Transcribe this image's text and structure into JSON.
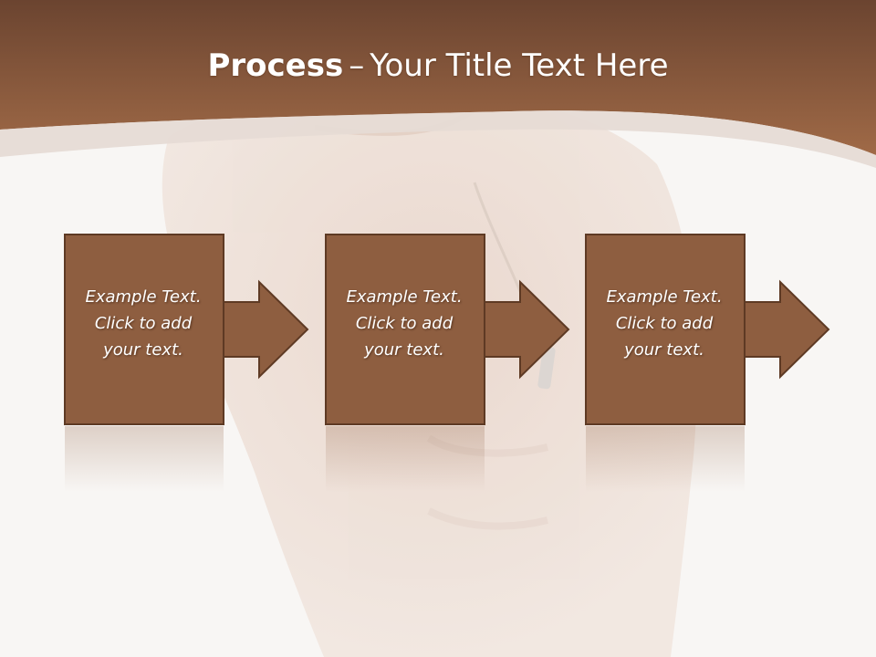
{
  "title": {
    "bold": "Process",
    "dash": "–",
    "rest": "Your Title Text Here"
  },
  "steps": [
    {
      "lines": [
        "Example Text.",
        "Click  to add",
        "your text."
      ]
    },
    {
      "lines": [
        "Example Text.",
        "Click  to add",
        "your text."
      ]
    },
    {
      "lines": [
        "Example Text.",
        "Click  to add",
        "your text."
      ]
    }
  ],
  "colors": {
    "header_top": "#6b4430",
    "header_bottom": "#9c6644",
    "box_fill": "#8e5e40",
    "box_border": "#5e3a24",
    "background": "#f8f6f4"
  }
}
